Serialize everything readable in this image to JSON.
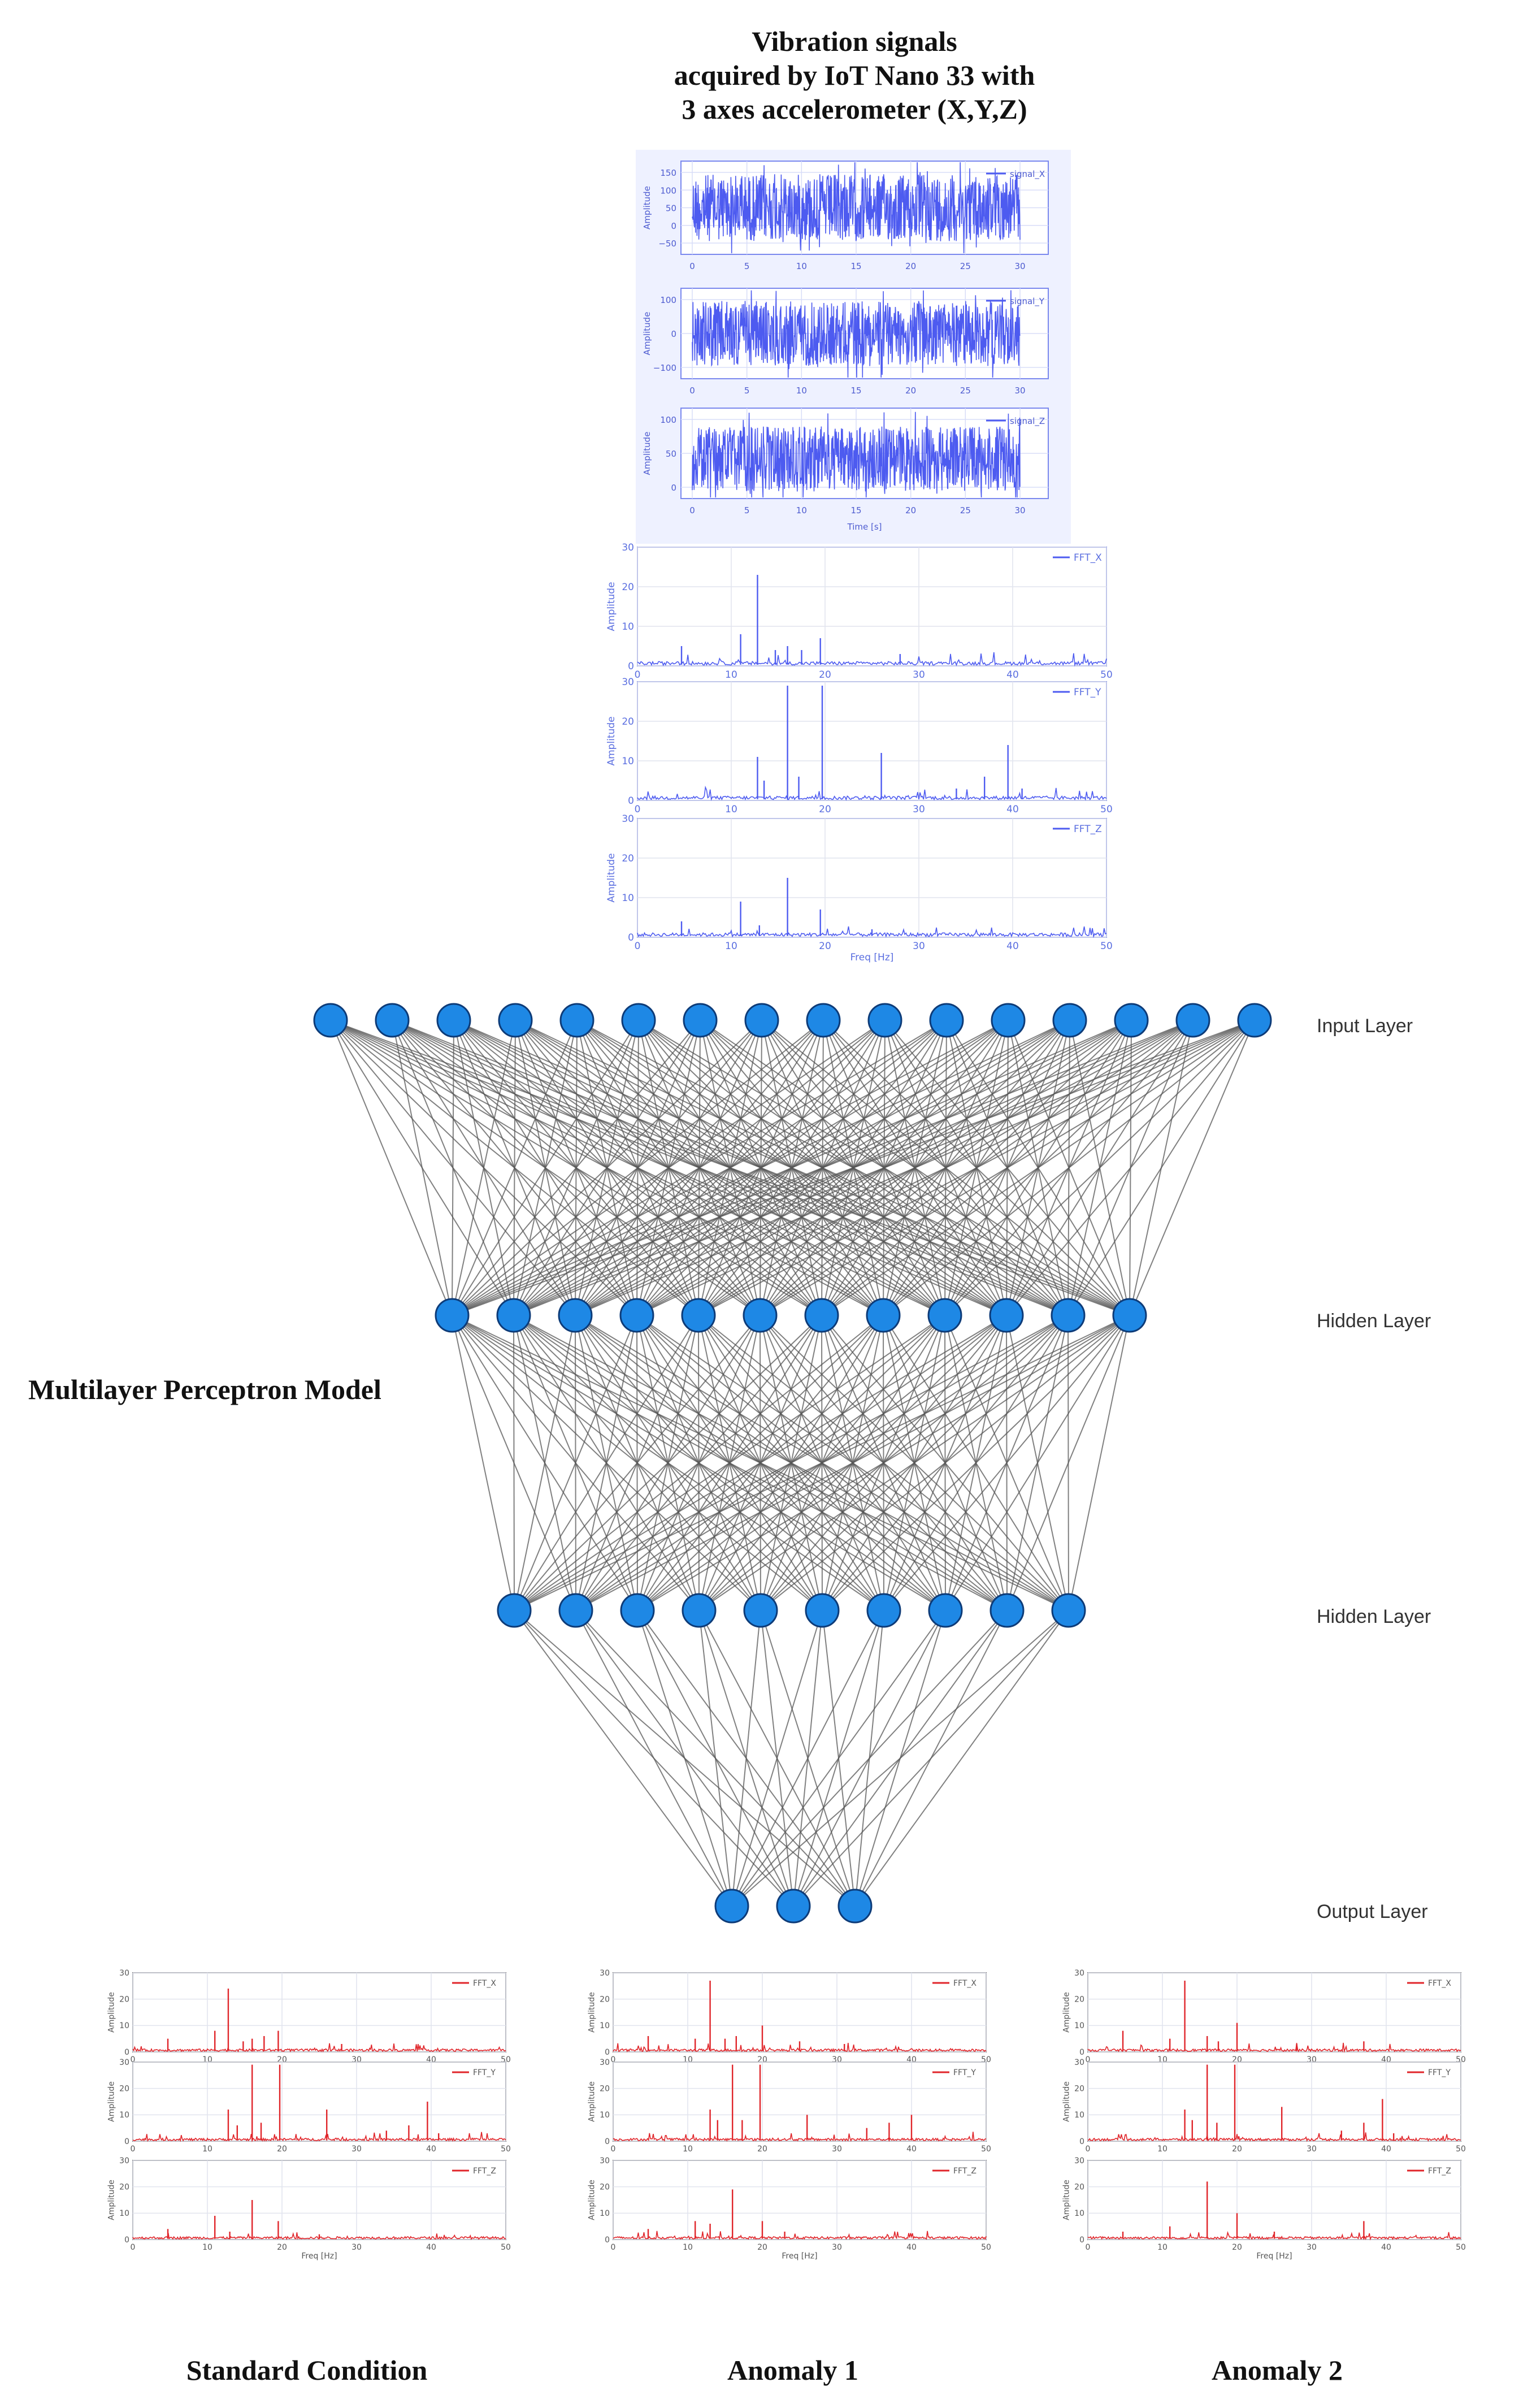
{
  "title": {
    "line1": "Vibration signals",
    "line2": "acquired by IoT Nano 33 with",
    "line3": "3 axes accelerometer (X,Y,Z)"
  },
  "model_label": "Multilayer Perceptron Model",
  "network": {
    "layers": [
      {
        "name": "Input Layer",
        "nodes": 16
      },
      {
        "name": "Hidden Layer",
        "nodes": 12
      },
      {
        "name": "Hidden Layer",
        "nodes": 10
      },
      {
        "name": "Output Layer",
        "nodes": 3
      }
    ],
    "node_color": "#1e88e5",
    "node_stroke": "#0d3b78",
    "edge_color": "#555555"
  },
  "colors": {
    "blue_signal": "#4d5bf0",
    "red_signal": "#e0252a",
    "axis": "#5a6ee0"
  },
  "chart_data": [
    {
      "type": "line",
      "group": "time_signals",
      "xlabel": "Time [s]",
      "ylabel": "Amplitude",
      "x_ticks": [
        "0",
        "5",
        "10",
        "15",
        "20",
        "25",
        "30"
      ],
      "series": [
        {
          "name": "signal_X",
          "y_ticks": [
            "150",
            "100",
            "50",
            "0",
            "−50"
          ],
          "center": 25,
          "spread": 85
        },
        {
          "name": "signal_Y",
          "y_ticks": [
            "100",
            "0",
            "−100"
          ],
          "center": 0,
          "spread": 130
        },
        {
          "name": "signal_Z",
          "y_ticks": [
            "100",
            "50",
            "0"
          ],
          "center": 65,
          "spread": 80
        }
      ]
    },
    {
      "type": "line",
      "group": "fft_blue",
      "xlabel": "Freq [Hz]",
      "ylabel": "Amplitude",
      "xlim": [
        0,
        50
      ],
      "ylim": [
        0,
        30
      ],
      "x_ticks": [
        "0",
        "10",
        "20",
        "30",
        "40",
        "50"
      ],
      "y_ticks": [
        "0",
        "10",
        "20",
        "30"
      ],
      "series": [
        {
          "name": "FFT_X",
          "peaks": [
            [
              4.7,
              5
            ],
            [
              11,
              8
            ],
            [
              12.8,
              23
            ],
            [
              14.7,
              4
            ],
            [
              16,
              5
            ],
            [
              17.5,
              4
            ],
            [
              19.5,
              7
            ],
            [
              28,
              3
            ]
          ]
        },
        {
          "name": "FFT_Y",
          "peaks": [
            [
              12.8,
              11
            ],
            [
              13.5,
              5
            ],
            [
              16,
              29
            ],
            [
              17.2,
              6
            ],
            [
              19.7,
              29
            ],
            [
              26,
              12
            ],
            [
              34,
              3
            ],
            [
              37,
              6
            ],
            [
              39.5,
              14
            ],
            [
              41,
              3
            ]
          ]
        },
        {
          "name": "FFT_Z",
          "peaks": [
            [
              4.7,
              4
            ],
            [
              11,
              9
            ],
            [
              13,
              3
            ],
            [
              16,
              15
            ],
            [
              19.5,
              7
            ],
            [
              25,
              2
            ]
          ]
        }
      ]
    },
    {
      "type": "line",
      "group": "standard_condition",
      "label": "Standard Condition",
      "xlabel": "Freq [Hz]",
      "ylabel": "Amplitude",
      "xlim": [
        0,
        50
      ],
      "ylim": [
        0,
        30
      ],
      "x_ticks": [
        "0",
        "10",
        "20",
        "30",
        "40",
        "50"
      ],
      "y_ticks": [
        "0",
        "10",
        "20",
        "30"
      ],
      "series": [
        {
          "name": "FFT_X",
          "peaks": [
            [
              4.7,
              5
            ],
            [
              11,
              8
            ],
            [
              12.8,
              24
            ],
            [
              14.8,
              4
            ],
            [
              16,
              5
            ],
            [
              17.6,
              6
            ],
            [
              19.5,
              8
            ],
            [
              28,
              3
            ]
          ]
        },
        {
          "name": "FFT_Y",
          "peaks": [
            [
              12.8,
              12
            ],
            [
              14,
              6
            ],
            [
              16,
              29
            ],
            [
              17.2,
              7
            ],
            [
              19.7,
              29
            ],
            [
              26,
              12
            ],
            [
              34,
              4
            ],
            [
              37,
              6
            ],
            [
              39.5,
              15
            ],
            [
              41,
              3
            ]
          ]
        },
        {
          "name": "FFT_Z",
          "peaks": [
            [
              4.7,
              4
            ],
            [
              11,
              9
            ],
            [
              13,
              3
            ],
            [
              16,
              15
            ],
            [
              19.5,
              7
            ],
            [
              25,
              2
            ]
          ]
        }
      ]
    },
    {
      "type": "line",
      "group": "anomaly_1",
      "label": "Anomaly 1",
      "xlabel": "Freq [Hz]",
      "ylabel": "Amplitude",
      "xlim": [
        0,
        50
      ],
      "ylim": [
        0,
        30
      ],
      "x_ticks": [
        "0",
        "10",
        "20",
        "30",
        "40",
        "50"
      ],
      "y_ticks": [
        "0",
        "10",
        "20",
        "30"
      ],
      "series": [
        {
          "name": "FFT_X",
          "peaks": [
            [
              4.7,
              6
            ],
            [
              11,
              5
            ],
            [
              13,
              27
            ],
            [
              15,
              5
            ],
            [
              16.5,
              6
            ],
            [
              20,
              10
            ],
            [
              25,
              4
            ],
            [
              31,
              3
            ]
          ]
        },
        {
          "name": "FFT_Y",
          "peaks": [
            [
              13,
              12
            ],
            [
              14,
              8
            ],
            [
              16,
              29
            ],
            [
              17.3,
              8
            ],
            [
              19.7,
              29
            ],
            [
              26,
              10
            ],
            [
              34,
              5
            ],
            [
              37,
              7
            ],
            [
              40,
              10
            ]
          ]
        },
        {
          "name": "FFT_Z",
          "peaks": [
            [
              4.7,
              4
            ],
            [
              11,
              7
            ],
            [
              13,
              6
            ],
            [
              16,
              19
            ],
            [
              20,
              7
            ],
            [
              23,
              3
            ]
          ]
        }
      ]
    },
    {
      "type": "line",
      "group": "anomaly_2",
      "label": "Anomaly 2",
      "xlabel": "Freq [Hz]",
      "ylabel": "Amplitude",
      "xlim": [
        0,
        50
      ],
      "ylim": [
        0,
        30
      ],
      "x_ticks": [
        "0",
        "10",
        "20",
        "30",
        "40",
        "50"
      ],
      "y_ticks": [
        "0",
        "10",
        "20",
        "30"
      ],
      "series": [
        {
          "name": "FFT_X",
          "peaks": [
            [
              4.7,
              8
            ],
            [
              11,
              5
            ],
            [
              13,
              27
            ],
            [
              16,
              6
            ],
            [
              17.5,
              4
            ],
            [
              20,
              11
            ],
            [
              28,
              3
            ],
            [
              37,
              4
            ]
          ]
        },
        {
          "name": "FFT_Y",
          "peaks": [
            [
              13,
              12
            ],
            [
              14,
              8
            ],
            [
              16,
              29
            ],
            [
              17.3,
              7
            ],
            [
              19.7,
              29
            ],
            [
              26,
              13
            ],
            [
              34,
              4
            ],
            [
              37,
              7
            ],
            [
              39.5,
              16
            ],
            [
              41,
              3
            ]
          ]
        },
        {
          "name": "FFT_Z",
          "peaks": [
            [
              4.7,
              3
            ],
            [
              11,
              5
            ],
            [
              16,
              22
            ],
            [
              20,
              10
            ],
            [
              25,
              3
            ],
            [
              37,
              7
            ]
          ]
        }
      ]
    }
  ]
}
